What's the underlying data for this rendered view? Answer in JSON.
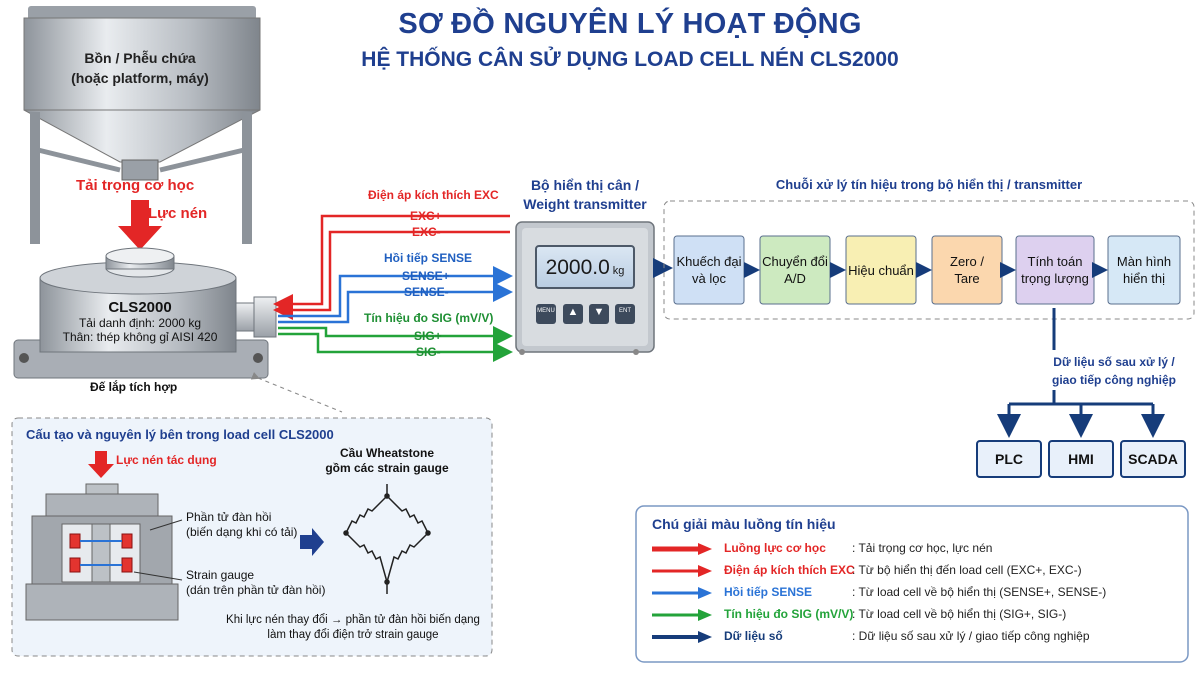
{
  "title": {
    "line1": "SƠ ĐỒ NGUYÊN LÝ HOẠT ĐỘNG",
    "line2": "HỆ THỐNG CÂN SỬ DỤNG LOAD CELL NÉN CLS2000"
  },
  "hopper": {
    "line1": "Bồn / Phễu chứa",
    "line2": "(hoặc platform, máy)"
  },
  "force": {
    "load_label": "Tải trọng cơ học",
    "compress_label": "Lực nén"
  },
  "load_cell": {
    "name": "CLS2000",
    "spec1": "Tải danh định: 2000 kg",
    "spec2": "Thân: thép không gỉ AISI 420",
    "base_label": "Đế lắp tích hợp"
  },
  "signals": {
    "exc_title": "Điện áp kích thích EXC",
    "exc_plus": "EXC+",
    "exc_minus": "EXC-",
    "sense_title": "Hồi tiếp SENSE",
    "sense_plus": "SENSE+",
    "sense_minus": "SENSE-",
    "sig_title": "Tín hiệu đo SIG (mV/V)",
    "sig_plus": "SIG+",
    "sig_minus": "SIG-"
  },
  "indicator": {
    "title1": "Bộ hiển thị cân /",
    "title2": "Weight transmitter",
    "reading": "2000.0",
    "unit": "kg",
    "buttons": [
      "MENU",
      "▲",
      "▼",
      "ENT"
    ]
  },
  "chain": {
    "title": "Chuỗi xử lý tín hiệu trong bộ hiển thị / transmitter",
    "blocks": [
      {
        "line1": "Khuếch đại",
        "line2": "và lọc",
        "color": "#cfe0f5"
      },
      {
        "line1": "Chuyển đổi",
        "line2": "A/D",
        "color": "#cdeac0"
      },
      {
        "line1": "Hiệu chuẩn",
        "line2": "",
        "color": "#f8efb3"
      },
      {
        "line1": "Zero /",
        "line2": "Tare",
        "color": "#fbd7ae"
      },
      {
        "line1": "Tính toán",
        "line2": "trọng lượng",
        "color": "#ddd0ef"
      },
      {
        "line1": "Màn hình",
        "line2": "hiển thị",
        "color": "#d6e8f6"
      }
    ]
  },
  "digital": {
    "label1": "Dữ liệu số sau xử lý /",
    "label2": "giao tiếp công nghiệp",
    "targets": [
      "PLC",
      "HMI",
      "SCADA"
    ]
  },
  "inside": {
    "title": "Cấu tạo và nguyên lý bên trong load cell CLS2000",
    "force_label": "Lực nén tác dụng",
    "elastic1": "Phần tử đàn hồi",
    "elastic2": "(biến dạng khi có tải)",
    "gauge1": "Strain gauge",
    "gauge2": "(dán trên phần tử đàn hồi)",
    "bridge1": "Cầu Wheatstone",
    "bridge2": "gồm các strain gauge",
    "note1": "Khi lực nén thay đổi → phần tử đàn hồi biến dạng",
    "note2": "làm thay đổi điện trở strain gauge"
  },
  "legend": {
    "title": "Chú giải màu luồng tín hiệu",
    "items": [
      {
        "label": "Luồng lực cơ học",
        "desc": ": Tải trọng cơ học, lực nén",
        "color": "#e32626"
      },
      {
        "label": "Điện áp kích thích EXC",
        "desc": ": Từ bộ hiển thị đến load cell (EXC+, EXC-)",
        "color": "#e32626"
      },
      {
        "label": "Hồi tiếp SENSE",
        "desc": ": Từ load cell về bộ hiển thị (SENSE+, SENSE-)",
        "color": "#2a73d6"
      },
      {
        "label": "Tín hiệu đo SIG (mV/V)",
        "desc": ": Từ load cell về bộ hiển thị (SIG+, SIG-)",
        "color": "#23a33a"
      },
      {
        "label": "Dữ liệu số",
        "desc": ": Dữ liệu số sau xử lý / giao tiếp công nghiệp",
        "color": "#163c7a"
      }
    ]
  },
  "colors": {
    "title_blue": "#1f3f8f",
    "red": "#e32626",
    "blue": "#2a73d6",
    "green": "#23a33a",
    "navy": "#163c7a",
    "steel": "#a9aeb5"
  }
}
